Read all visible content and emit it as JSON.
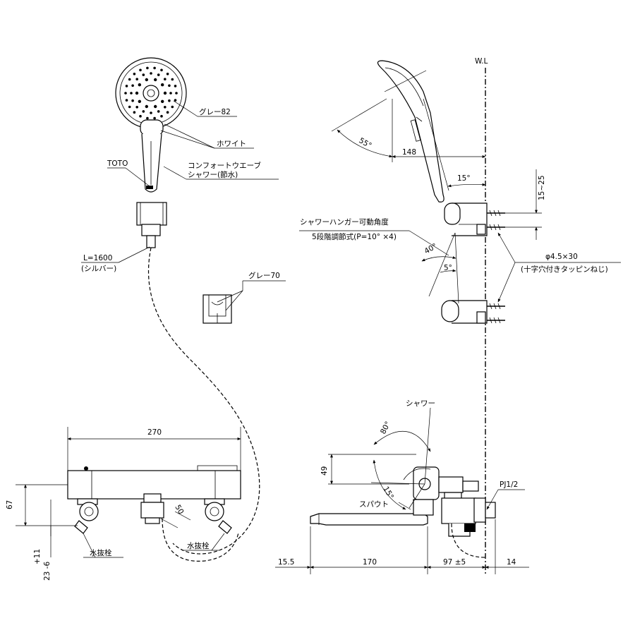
{
  "labels": {
    "wl": "W.L",
    "grey82": "グレー82",
    "white": "ホワイト",
    "toto": "TOTO",
    "shower_name_1": "コンフォートウエーブ",
    "shower_name_2": "シャワー(節水)",
    "hose_length": "L=1600",
    "hose_color": "(シルバー)",
    "grey70": "グレー70",
    "hanger_title": "シャワーハンガー可動角度",
    "hanger_detail": "5段階調節式(P=10° ×4)",
    "screw_spec": "φ4.5×30",
    "screw_desc": "(十字穴付きタッピンねじ)",
    "shower_lever": "シャワー",
    "spout": "スパウト",
    "pipe_thread": "PJ1/2",
    "drain_plug_left": "水抜栓",
    "drain_plug_right": "水抜栓"
  },
  "dimensions": {
    "d270": "270",
    "d67": "67",
    "d11": "+11",
    "d23": "23 -6",
    "d50": "50",
    "d49": "49",
    "d15_5": "15.5",
    "d170": "170",
    "d97": "97 ±5",
    "d14": "14",
    "d148": "148",
    "d15_25": "15~25",
    "a55": "55°",
    "a15": "15°",
    "a40": "40°",
    "a5": "5°",
    "a80": "80°",
    "a15b": "15°"
  }
}
